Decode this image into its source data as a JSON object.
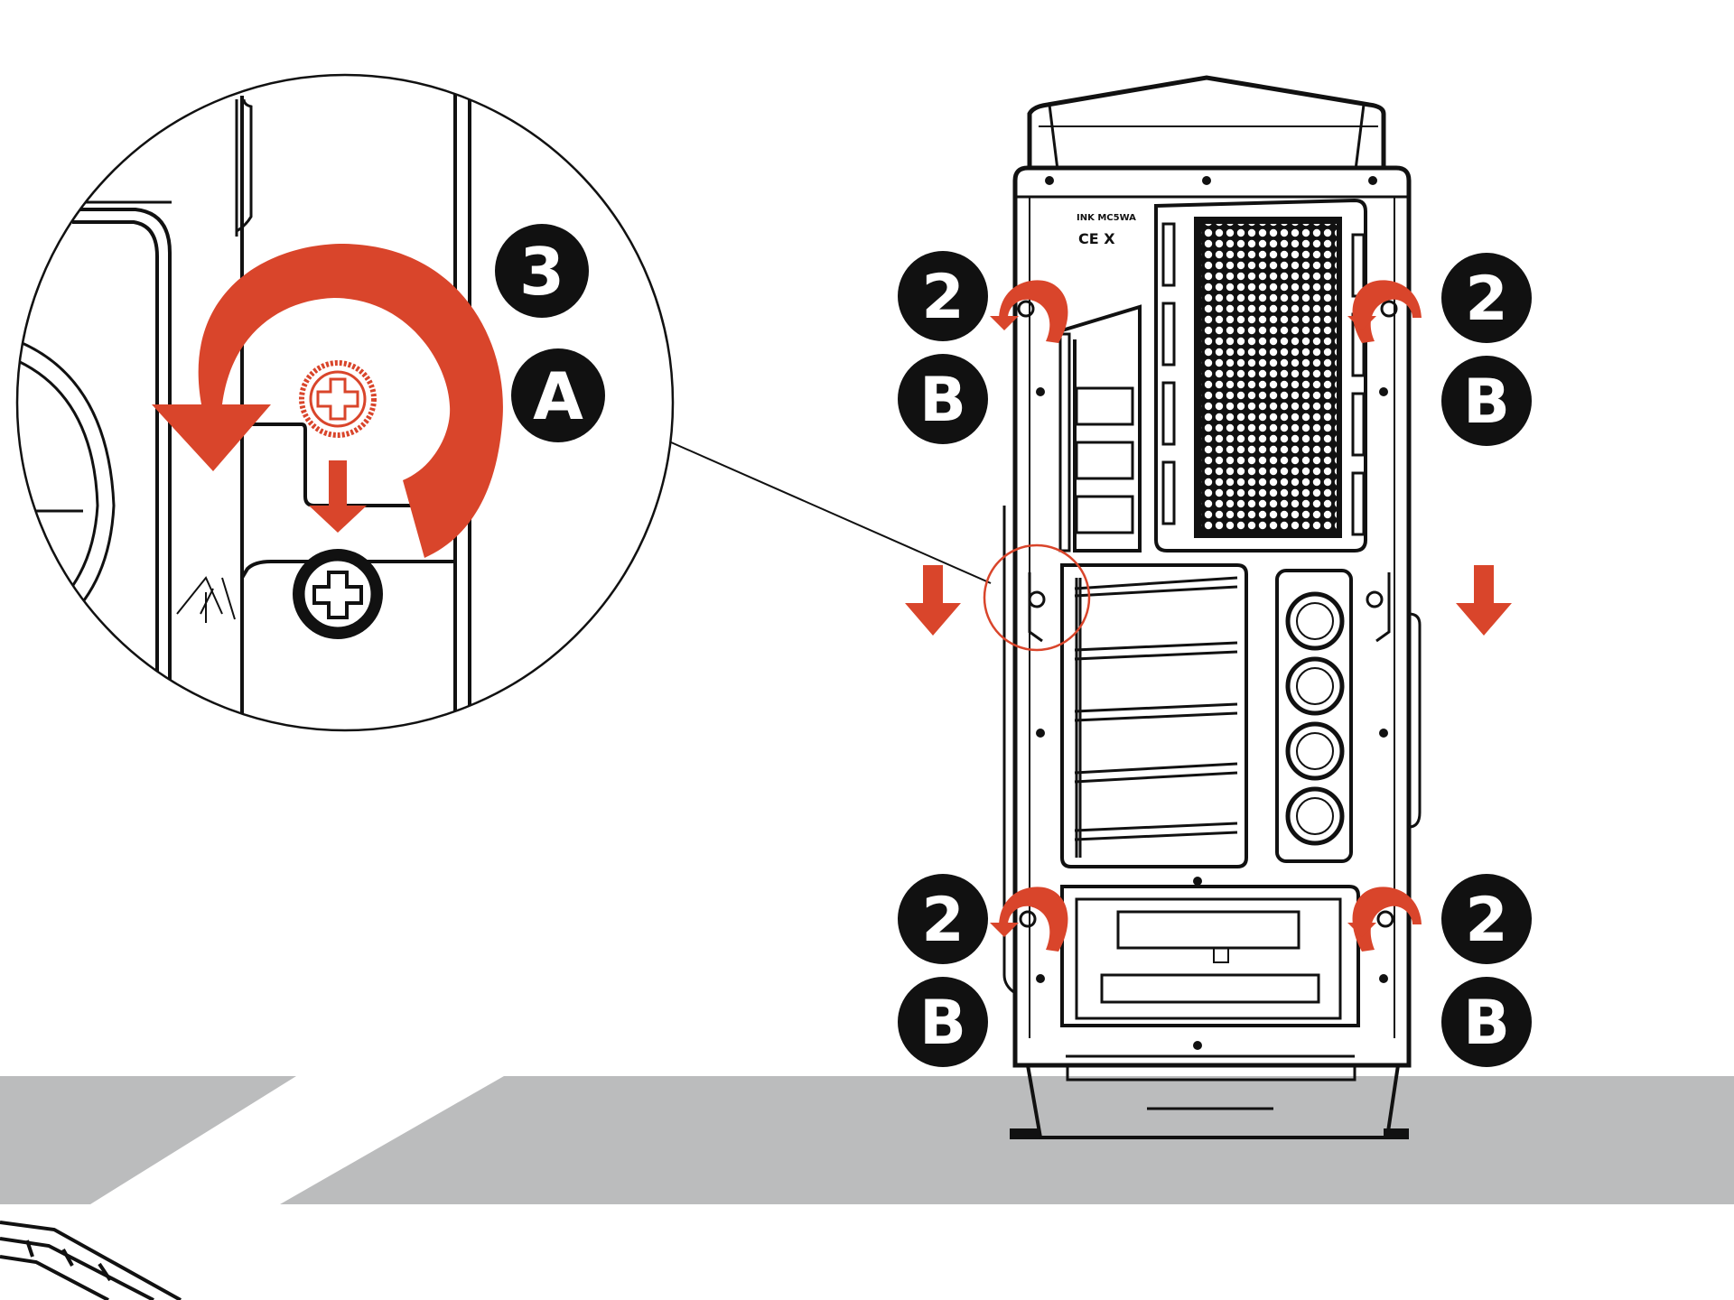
{
  "colors": {
    "accent": "#d9452b",
    "floor": "#bbbcbd",
    "line": "#111111"
  },
  "badges": {
    "zoom_step": "3",
    "zoom_letter": "A",
    "step_top_left": "2",
    "letter_top_left": "B",
    "step_top_right": "2",
    "letter_top_right": "B",
    "step_bottom_left": "2",
    "letter_bottom_left": "B",
    "step_bottom_right": "2",
    "letter_bottom_right": "B"
  },
  "case_markings": {
    "label_row_1": "INK MC5WA",
    "label_row_2": "CE X"
  }
}
